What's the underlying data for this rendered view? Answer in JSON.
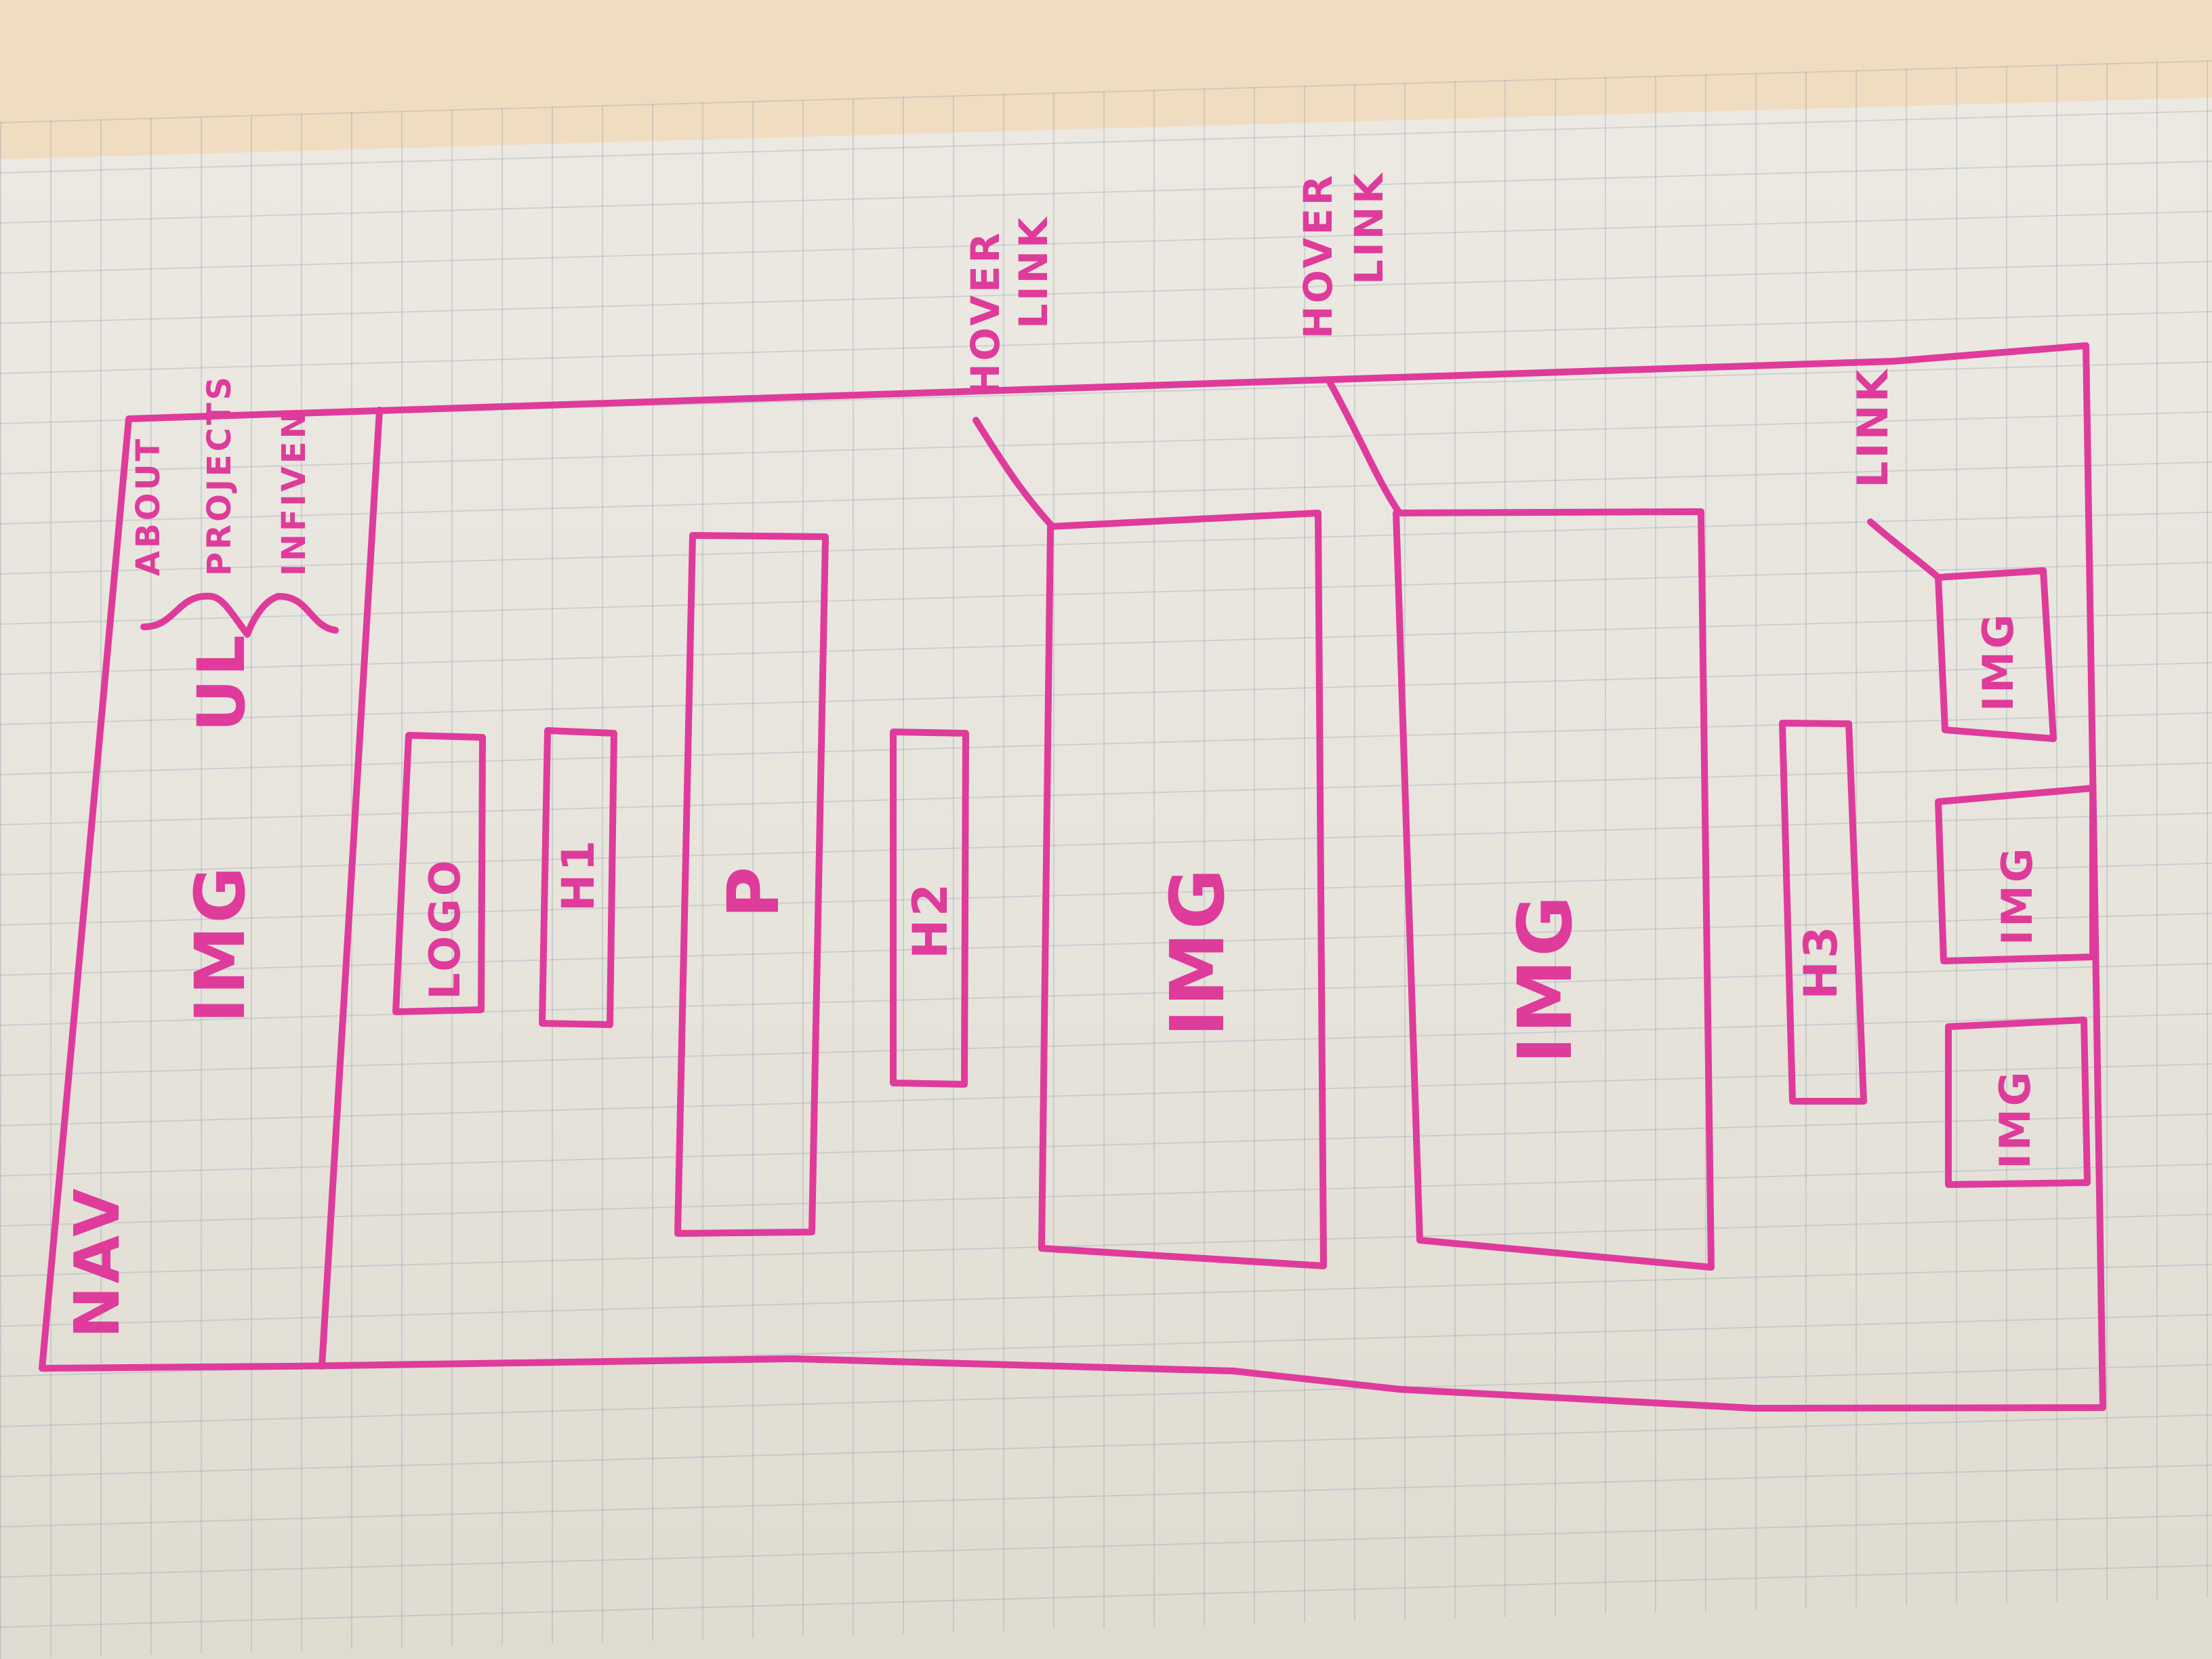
{
  "sketch": {
    "nav_label": "NAV",
    "nav_img_label": "IMG",
    "nav_ul_label": "UL",
    "nav_items": [
      "ABOUT",
      "PROJECTS",
      "INFIVEN"
    ],
    "logo_label": "LOGO",
    "h1_label": "H1",
    "p_label": "P",
    "h2_label": "H2",
    "hero_img_label": "IMG",
    "second_img_label": "IMG",
    "hover_link_1": [
      "HOVER",
      "LINK"
    ],
    "hover_link_2": [
      "HOVER",
      "LINK"
    ],
    "h3_label": "H3",
    "gallery_link": "LINK",
    "gallery_images": [
      "IMG",
      "IMG",
      "IMG"
    ]
  }
}
